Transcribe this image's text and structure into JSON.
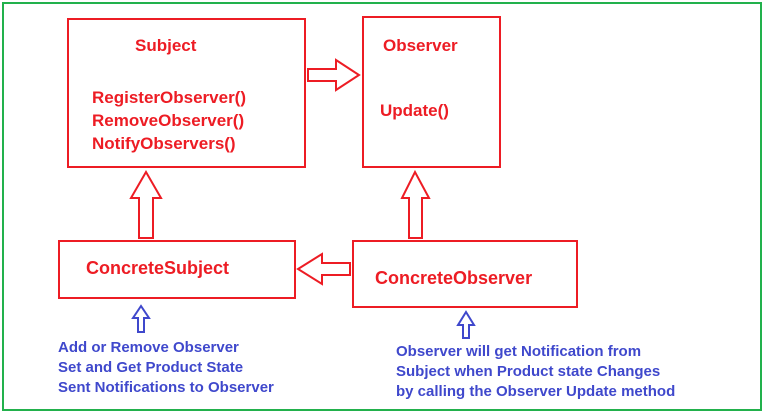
{
  "colors": {
    "frame": "#22b14c",
    "box": "#ed1c24",
    "notes": "#3f48cc"
  },
  "subject": {
    "title": "Subject",
    "methods": [
      "RegisterObserver()",
      "RemoveObserver()",
      "NotifyObservers()"
    ]
  },
  "observer": {
    "title": "Observer",
    "methods": [
      "Update()"
    ]
  },
  "concrete_subject": {
    "title": "ConcreteSubject"
  },
  "concrete_observer": {
    "title": "ConcreteObserver"
  },
  "notes": {
    "concrete_subject": [
      "Add or Remove Observer",
      "Set and Get Product State",
      "Sent Notifications to Observer"
    ],
    "concrete_observer": [
      "Observer will get Notification from",
      "Subject when Product state Changes",
      "by calling the Observer Update method"
    ]
  }
}
